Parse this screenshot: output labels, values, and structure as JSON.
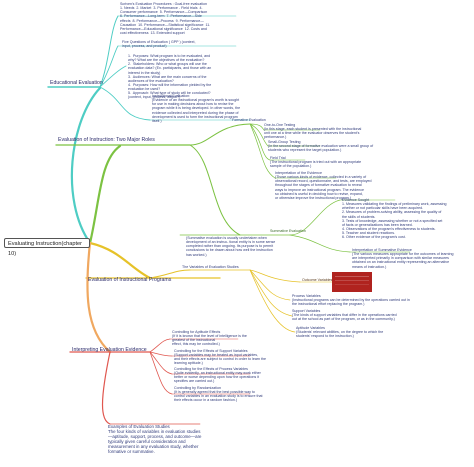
{
  "root": {
    "label": "Evaluating Instruction(chapter 10)"
  },
  "colors": {
    "teal": "#4ecdc4",
    "green": "#7cc242",
    "yellow": "#e6c229",
    "orange": "#f0a860",
    "red": "#e0574f",
    "image_red": "#b0231f"
  },
  "branches": {
    "educational_evaluation": {
      "label": "Educational Evaluation",
      "children": [
        "Scriven's Evaluation Procedures : Goal-free evaluation\n1. Needs  2. Market  3. Performance - Field trials  4.\nConsumer performance  5. Performance—Comparison\n6. Performance—Long-term  7. Performance—Side\neffects  8. Performance—Process  9. Performance—\nCausation  10. Performance—Statistical significance  11.\nPerformance—Educational significance  12. Costs and\ncost effectiveness  13. Extended support",
        "Five Questions of Evaluation ( GPP ) (context,\ninput, process, and product)",
        "1.  Purposes: What program is to be evaluated, and\nwhy? What are the objectives of the evaluation?\n2.  Stakeholders: Who or what groups will use the\nevaluation data? (Ex. participants, and those with an\ninterest in the study)\n3.  Audiences: What are the main concerns of the\naudiences of the evaluation?\n4.  Purposes: How will the information yielded by the\nevaluation be used?\n5.  Approach: What type of study will be conducted?\n(context, input, process, output?)",
        "Instructional Evaluation:\n(Evidence of an instructional program's worth is sought\nfor use in making decisions about how to revise the\nprogram while it is being developed. In other words, the\nevidence collected and interpreted during the phase of\ndevelopment is used to form the instructional program\nitself.)"
      ]
    },
    "evaluation_of_instruction": {
      "label": "Evaluation of Instruction: Two Major Roles",
      "formative": {
        "label": "Formative Evaluation",
        "children": [
          "One-to-One Testing\n(In this stage, each student is presented with the instructional\nunit one at a time while the evaluator observes the student's\nperformance.)",
          "Small-Group Testing\n(In the second stage of formative evaluation were a small group of\nstudents who represent the target population.)",
          "Field Trial\n(The instructional program is tried out with an appropriate\nsample of the population.)",
          "Interpretation of the Evidence\n(Those various kinds of evidence, collected in a variety of\nobservational record, questionnaire, and tests, are employed\nthroughout the stages of formative evaluation to reveal\nways to improve an instructional program. The evidence\nso obtained is useful in deciding how to revise, expand,\nor otherwise improve the instructional program.)"
        ]
      },
      "summative": {
        "label": "Summative Evaluation",
        "desc": "(Summative evaluation is usually undertaken when\ndevelopment of an instruc- tional entity is in some sense\ncompleted rather than ongoing. Its purpose is to permit\nconclusions to be drawn about how well the instruction\nhas worked.)",
        "children": [
          "Evidence Sought\n1. Measures validating the findings of preliminary work, assessing\nwhether or not particular skills have been acquired.\n2. Measures of problem-solving ability, assessing the quality of\nthe skills of students.\n3. Tests of knowledge, assessing whether or not a specified set\nof facts or generalizations has been learned.\n4. Observations of the program's effectiveness to students.\n5. Teacher and student reactions.\n6. Other evidence of the program's cost.",
          "Interpretation of Summative Evidence\n(The various measures appropriate for the outcomes of learning\nare interpreted primarily in comparison with similar measures\nobtained on an instructional entity representing an alternative\nmeans of instruction.)"
        ]
      }
    },
    "evaluation_of_instructional_programs": {
      "label": "Evaluation of Instructional Programs",
      "sub_label": "The Variables of Evaluation Studies",
      "children": [
        "Outcome Variables",
        "Process Variables\n(Instructional programs can be determined by the operations carried out in\nthe instructional effort replacing the program.)",
        "Support Variables\n(The kinds of support variables that differ in the operations carried\nout at the school as part of the program, or as in the community.)",
        "Aptitude Variables\n(Students' relevant abilities, on the degree to which the\nstudents' respond to the instruction.)"
      ]
    },
    "interpreting_evaluation_evidence": {
      "label": "Interpreting Evaluation Evidence",
      "children": [
        "Controlling for Aptitude Effects\n(If it is known that the level of intelligence is the\ngreatest of the instructional\neffect, this may be controlled.)",
        "Controlling for the Effects of Support Variables\n(Support variables may be treated as input variables,\nand their effects are subject to control in order to learn the\nlearning aptitude.)",
        "Controlling for the Effects of Process Variables\n(Quite evidently, an instructional entity may work either\nbetter or worse depending upon how the operations it\nspecifies are carried out.)",
        "Controlling by Randomization\n(It is generally agreed that the best possible way to\ncontrol variables in an evaluation study is to ensure that\ntheir effects occur in a random fashion.)",
        "Examples of Evaluation Studies\nThe four kinds of variables in evaluation studies\n—aptitude, support, process, and outcome—are\ntypically given careful consideration and\nmeasurement in any evaluation study, whether\nformative or summative."
      ]
    }
  }
}
